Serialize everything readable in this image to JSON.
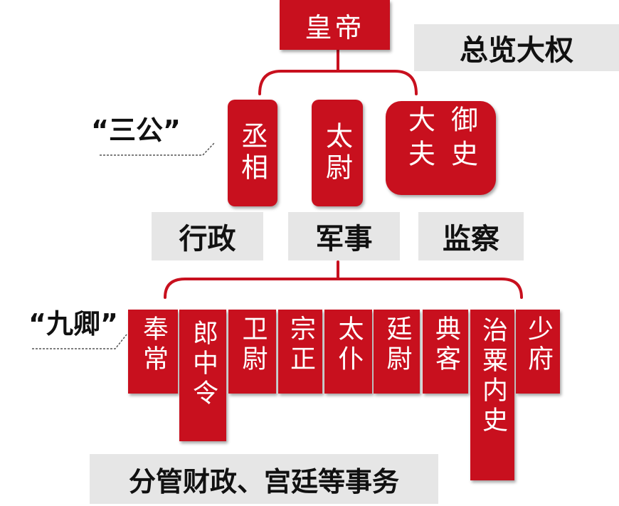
{
  "emperor": {
    "name": "皇帝",
    "role": "总览大权"
  },
  "sangong": {
    "group_label": "“三公”",
    "ministers": [
      {
        "name": "丞相",
        "duty": "行政"
      },
      {
        "name": "太尉",
        "duty": "军事"
      },
      {
        "name": "御史大夫",
        "duty": "监察"
      }
    ]
  },
  "jiuqing": {
    "group_label": "“九卿”",
    "ministers": [
      "奉常",
      "郎中令",
      "卫尉",
      "宗正",
      "太仆",
      "廷尉",
      "典客",
      "治粟内史",
      "少府"
    ],
    "duty": "分管财政、宫廷等事务"
  },
  "colors": {
    "box_red": "#c8101e",
    "label_gray": "#e6e6e6"
  }
}
